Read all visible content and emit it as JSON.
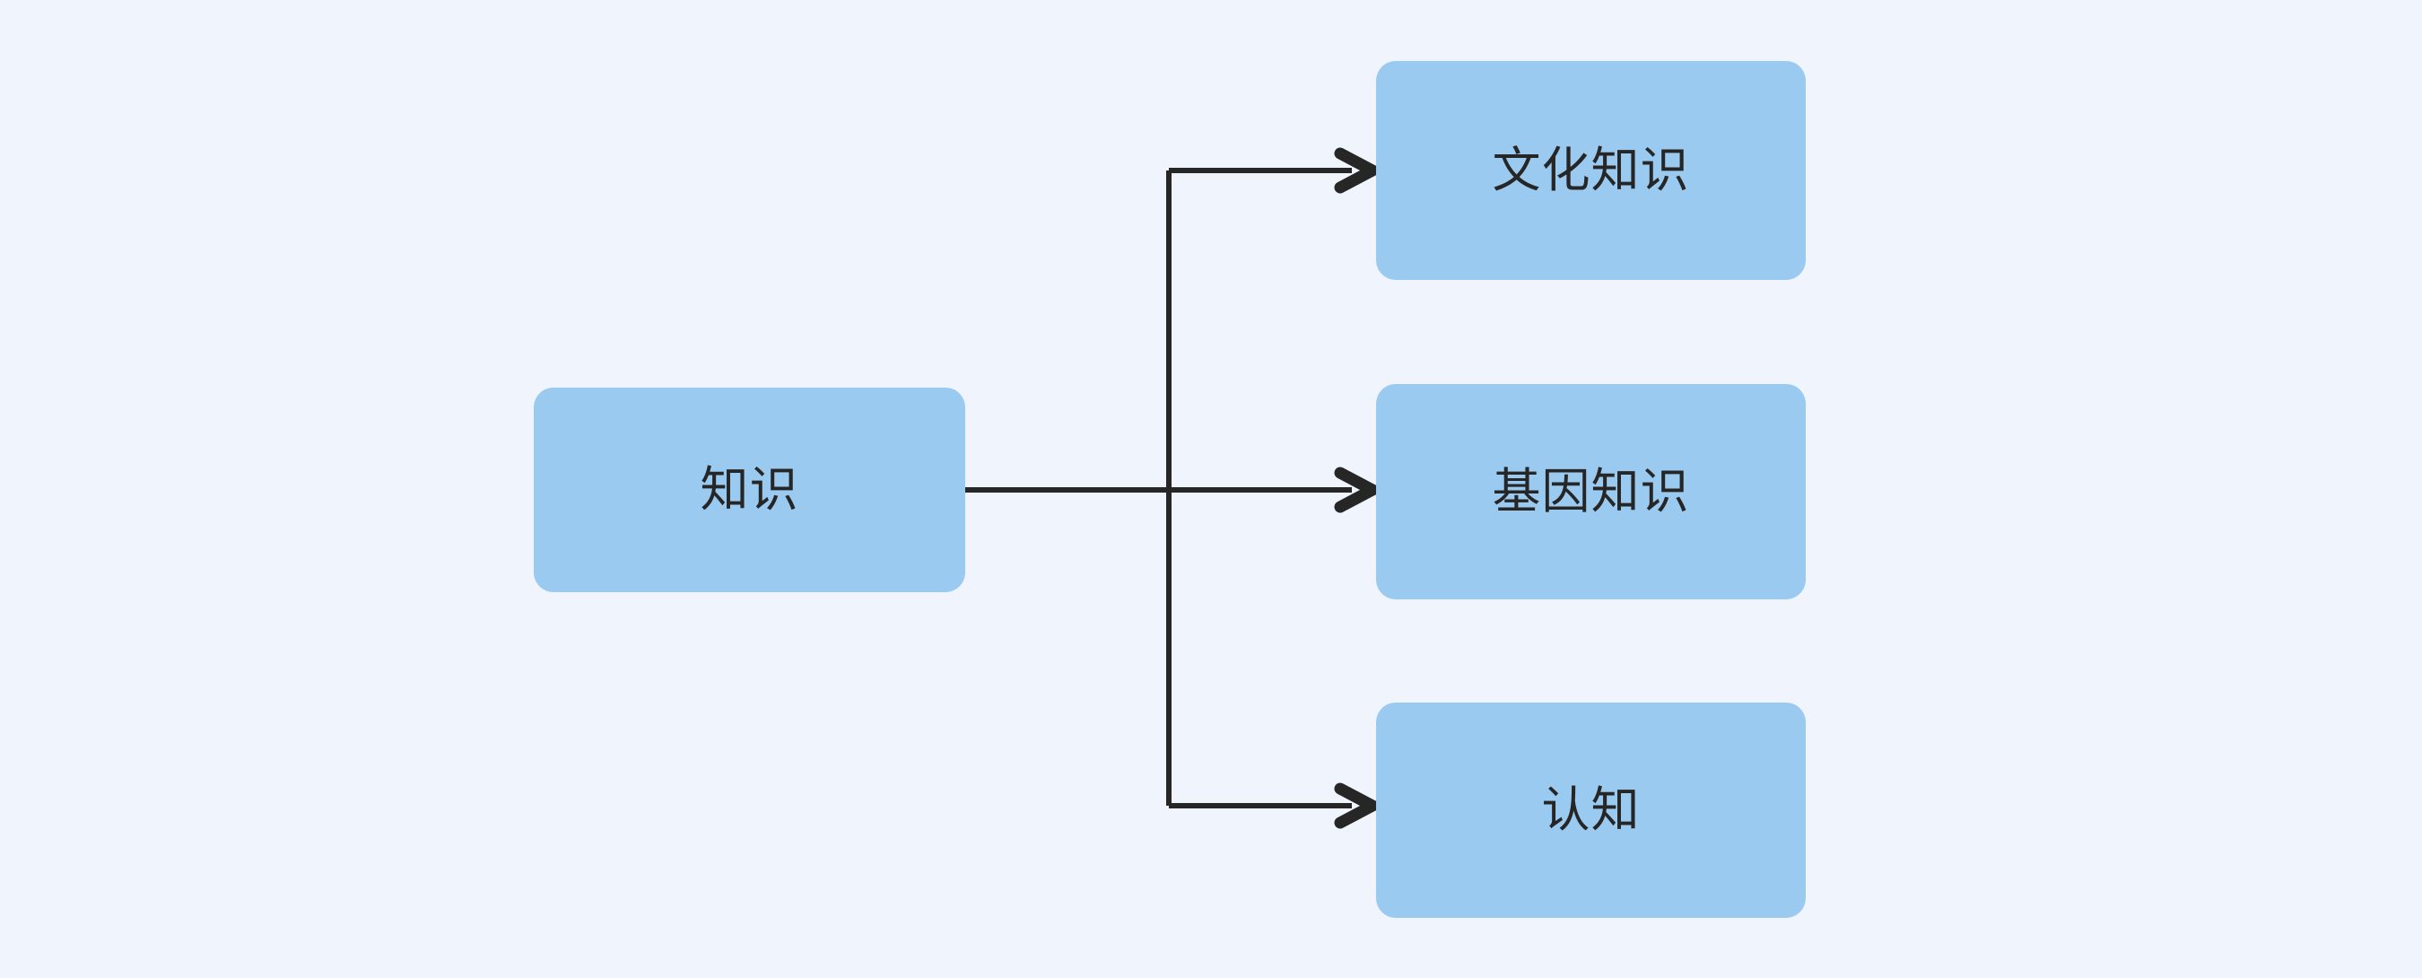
{
  "diagram": {
    "type": "flowchart",
    "orientation": "left-to-right",
    "background_color": "#eff4fd",
    "node_fill_color": "#9bcaf0",
    "node_text_color": "#262626",
    "edge_color": "#262626",
    "root": {
      "id": "root",
      "label": "知识"
    },
    "children": [
      {
        "id": "child-0",
        "label": "文化知识"
      },
      {
        "id": "child-1",
        "label": "基因知识"
      },
      {
        "id": "child-2",
        "label": "认知"
      }
    ],
    "edges": [
      {
        "from": "root",
        "to": "child-0",
        "arrow": "arrow-head-icon"
      },
      {
        "from": "root",
        "to": "child-1",
        "arrow": "arrow-head-icon"
      },
      {
        "from": "root",
        "to": "child-2",
        "arrow": "arrow-head-icon"
      }
    ]
  }
}
